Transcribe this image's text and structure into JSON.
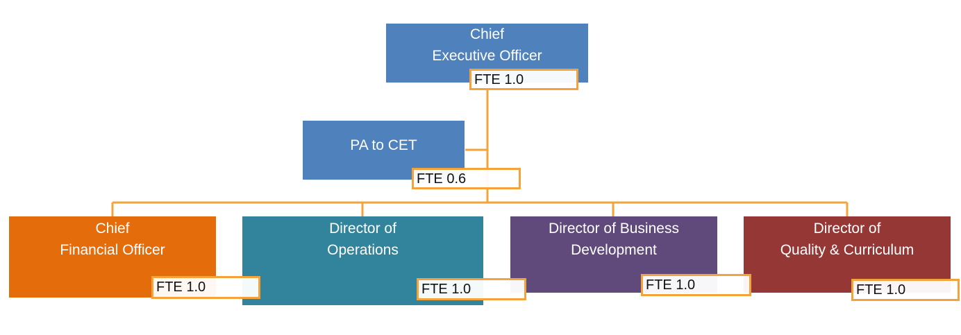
{
  "colors": {
    "connector": "#f4a23a",
    "ceo": "#4f81bd",
    "pa": "#4f81bd",
    "cfo": "#e46c0a",
    "operations": "#31849b",
    "business": "#604a7b",
    "quality": "#953735"
  },
  "nodes": {
    "ceo": {
      "line1": "Chief",
      "line2": "Executive Officer",
      "fte": "FTE 1.0"
    },
    "pa": {
      "line1": "PA to CET",
      "fte": "FTE 0.6"
    },
    "cfo": {
      "line1": "Chief",
      "line2": "Financial Officer",
      "fte": "FTE 1.0"
    },
    "operations": {
      "line1": "Director of",
      "line2": "Operations",
      "fte": "FTE 1.0"
    },
    "business": {
      "line1": "Director of Business",
      "line2": "Development",
      "fte": "FTE 1.0"
    },
    "quality": {
      "line1": "Director of",
      "line2": "Quality & Curriculum",
      "fte": "FTE 1.0"
    }
  }
}
